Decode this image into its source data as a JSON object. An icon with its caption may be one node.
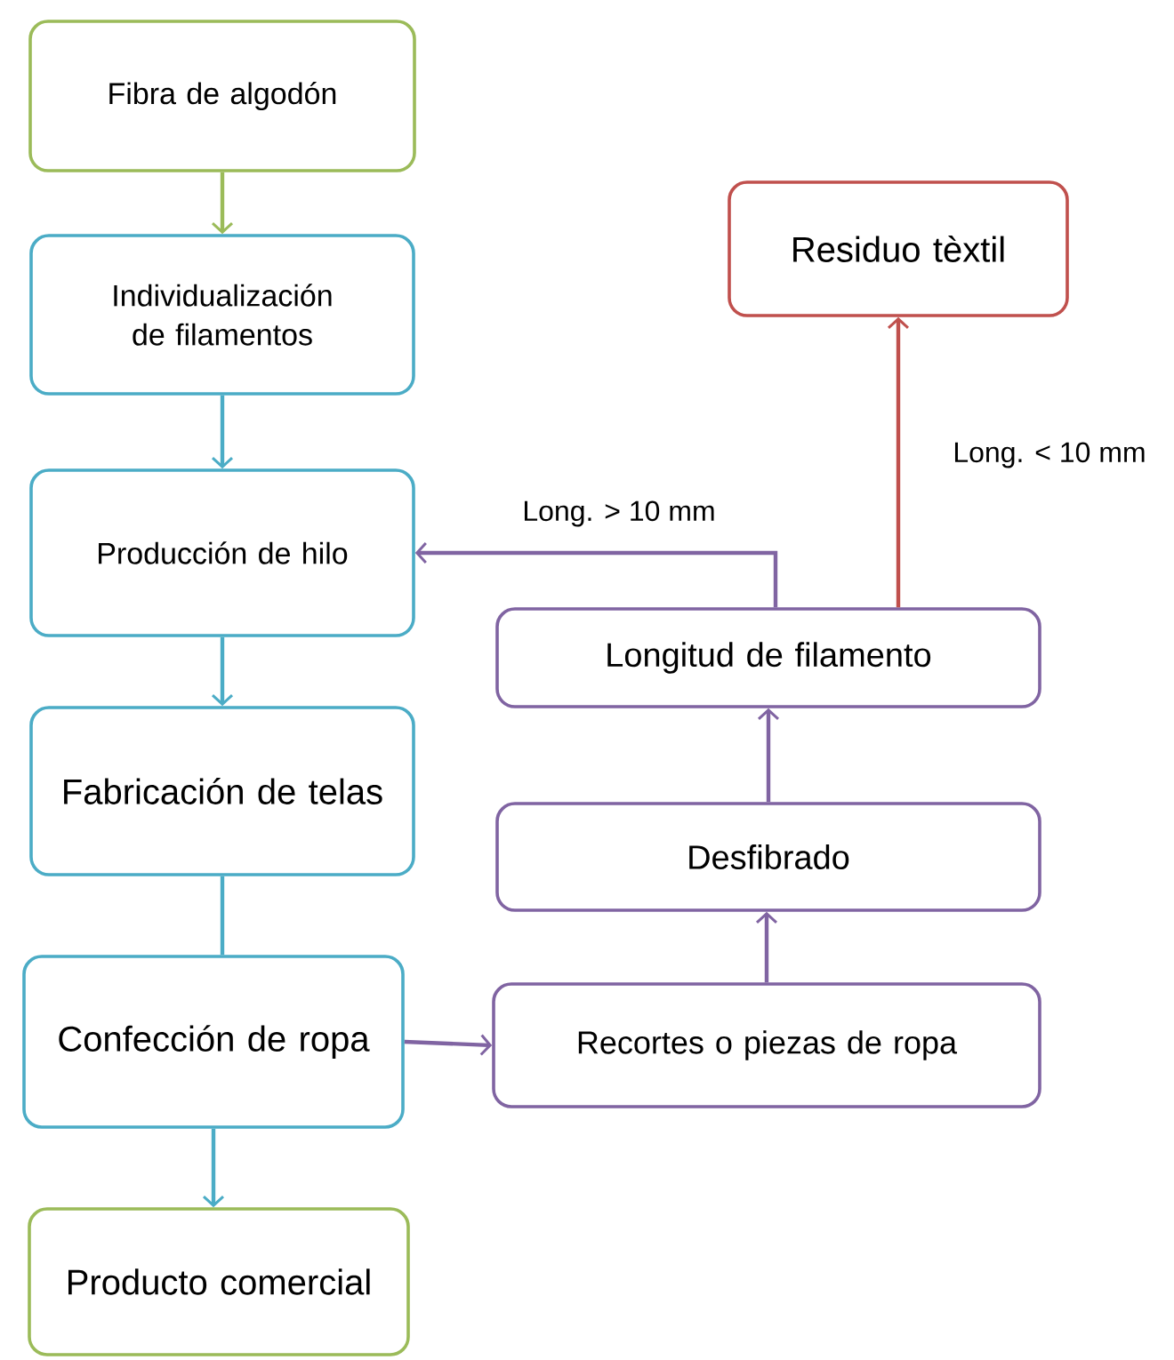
{
  "diagram": {
    "nodes": [
      {
        "text": [
          "Fibra de algodón"
        ]
      },
      {
        "text": [
          "Individualización de filamentos"
        ]
      },
      {
        "text": [
          "Producción de hilo"
        ]
      },
      {
        "text": [
          "Fabricación de telas"
        ]
      },
      {
        "text": [
          "Confección de ropa"
        ]
      },
      {
        "text": [
          "Producto comercial"
        ]
      },
      {
        "text": [
          "Recortes o piezas de ropa"
        ]
      },
      {
        "text": [
          "Desfibrado"
        ]
      },
      {
        "text": [
          "Longitud de filamento"
        ]
      },
      {
        "text": [
          "Residuo tèxtil"
        ]
      }
    ],
    "edges": [
      {
        "from": 0,
        "to": 1,
        "arrow": "to",
        "color": "#9bbb59"
      },
      {
        "from": 1,
        "to": 2,
        "arrow": "to"
      },
      {
        "from": 2,
        "to": 3,
        "arrow": "to"
      },
      {
        "from": 3,
        "to": 4,
        "arrow": "none"
      },
      {
        "from": 4,
        "to": 5,
        "arrow": "to"
      },
      {
        "from": 4,
        "to": 6,
        "arrow": "to",
        "color": "#8064a2"
      },
      {
        "from": 6,
        "to": 7,
        "arrow": "to",
        "color": "#8064a2"
      },
      {
        "from": 7,
        "to": 8,
        "arrow": "to",
        "color": "#8064a2"
      },
      {
        "from": 8,
        "to": 2,
        "arrow": "to",
        "label": "Long. > 10 mm",
        "color": "#8064a2"
      },
      {
        "from": 8,
        "to": 9,
        "arrow": "to",
        "label": "Long. < 10 mm",
        "color": "#c0504d"
      }
    ]
  }
}
